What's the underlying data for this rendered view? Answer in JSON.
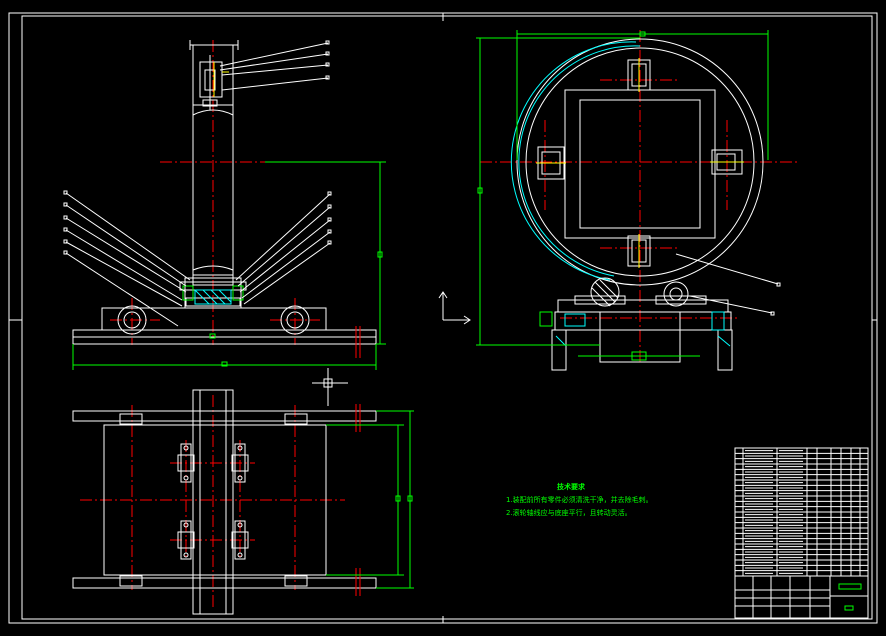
{
  "colors": {
    "background": "#000000",
    "outline": "#ffffff",
    "centerline": "#ff0000",
    "dimension": "#00ff00",
    "part": "#00ffff",
    "hatch": "#00cccc",
    "bolt": "#ffff00"
  },
  "tech_notes": {
    "title": "技术要求",
    "lines": [
      "1.装配前所有零件必须清洗干净，并去除毛刺。",
      "2.滚轮轴线应与底座平行，且转动灵活。"
    ]
  },
  "views": [
    "front-view",
    "top-view",
    "side-view"
  ],
  "title_block": {
    "rows": 24
  }
}
